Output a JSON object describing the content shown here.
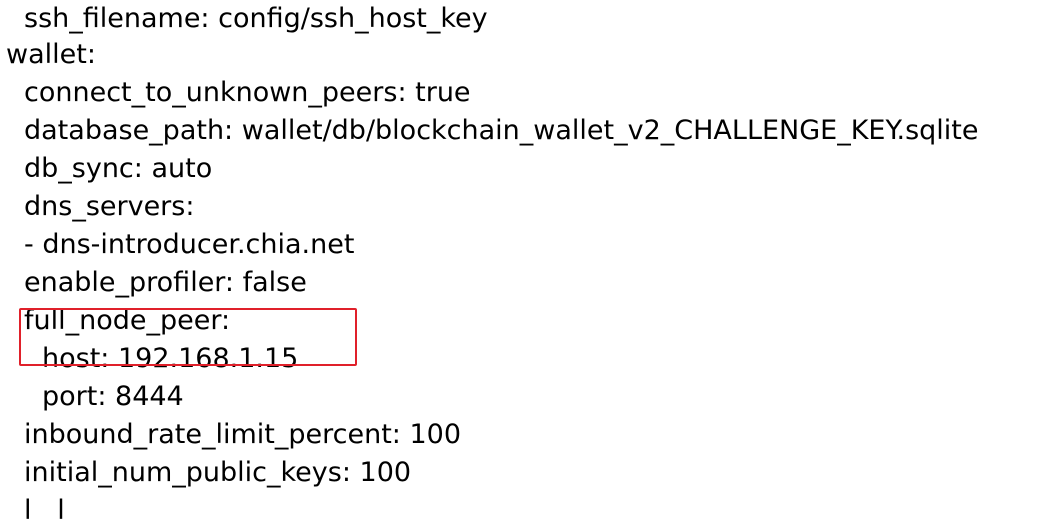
{
  "document": {
    "lines": [
      "ssh_filename: config/ssh_host_key",
      "wallet:",
      "connect_to_unknown_peers: true",
      "database_path: wallet/db/blockchain_wallet_v2_CHALLENGE_KEY.sqlite",
      "db_sync: auto",
      "dns_servers:",
      "- dns-introducer.chia.net",
      "enable_profiler: false",
      "full_node_peer:",
      "host: 192.168.1.15",
      "port: 8444",
      "inbound_rate_limit_percent: 100",
      "initial_num_public_keys: 100",
      "l   l"
    ],
    "highlight_color": "#e0202a",
    "text_color": "#000000",
    "background_color": "#ffffff"
  }
}
